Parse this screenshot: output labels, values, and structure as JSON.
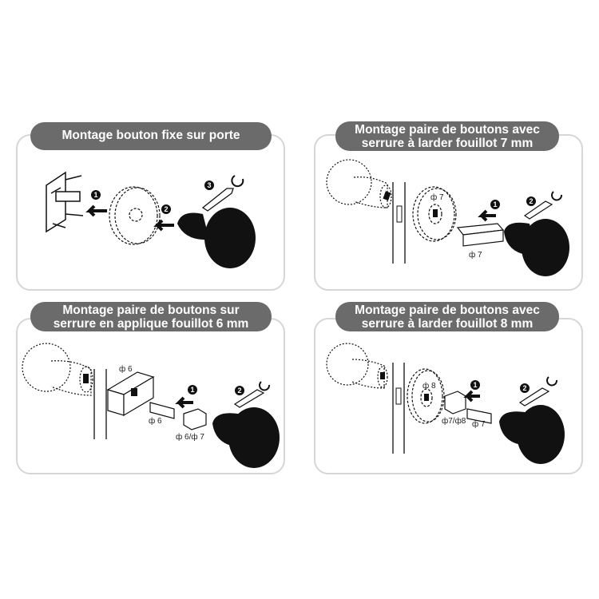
{
  "panels": [
    {
      "title": [
        "Montage bouton fixe sur porte"
      ],
      "steps": [
        "1",
        "2",
        "3"
      ]
    },
    {
      "title": [
        "Montage paire de boutons avec",
        "serrure  à larder fouillot 7 mm"
      ],
      "steps": [
        "1",
        "2"
      ],
      "labels": [
        "ф 7",
        "ф 7"
      ]
    },
    {
      "title": [
        "Montage paire de boutons sur",
        "serrure en applique fouillot 6 mm"
      ],
      "steps": [
        "1",
        "2"
      ],
      "labels": [
        "ф 6",
        "ф 6",
        "ф 6/ф 7"
      ]
    },
    {
      "title": [
        "Montage paire de boutons avec",
        "serrure à larder fouillot 8 mm"
      ],
      "steps": [
        "1",
        "2"
      ],
      "labels": [
        "ф 8",
        "ф7/ф8",
        "ф 7"
      ]
    }
  ]
}
